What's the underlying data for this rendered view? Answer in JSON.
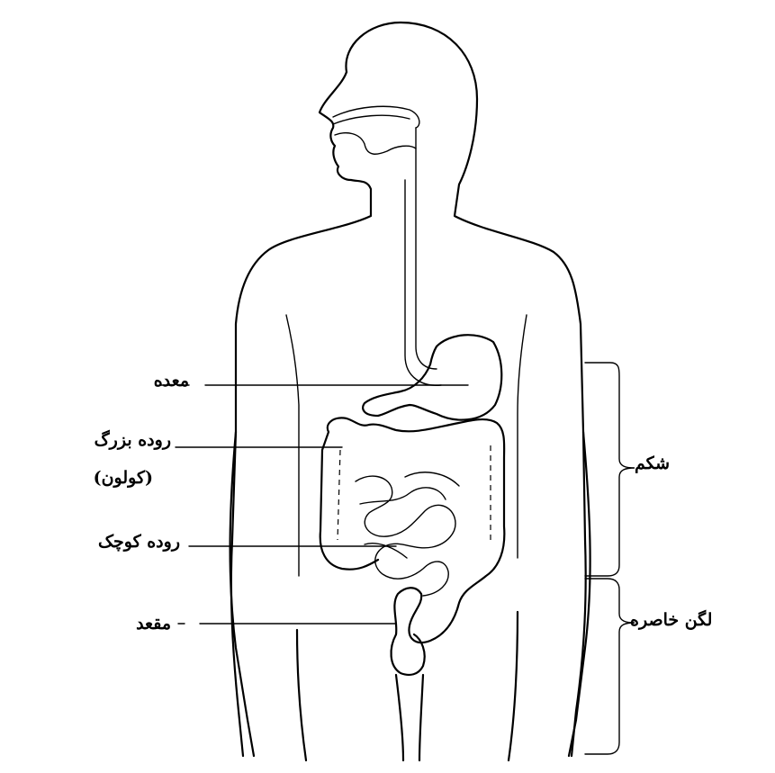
{
  "colors": {
    "line": "#000000",
    "background": "#ffffff"
  },
  "labels": {
    "stomach": "معده",
    "large_intestine": "روده بزرگ",
    "colon": "(کولون)",
    "small_intestine": "روده کوچک",
    "rectum": "مقعد",
    "abdomen": "شکم",
    "pelvis": "لگن خاصره"
  }
}
